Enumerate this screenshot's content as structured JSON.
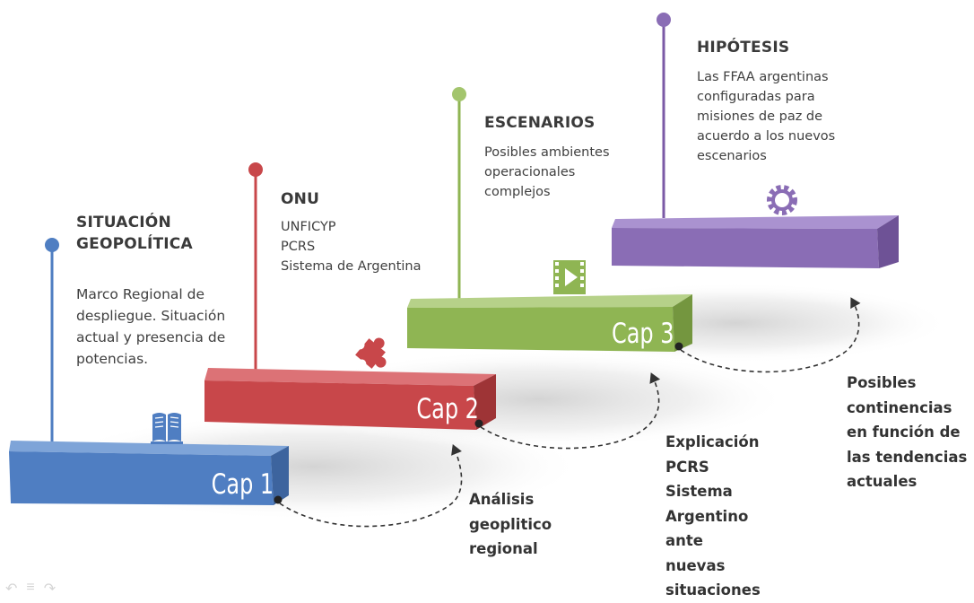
{
  "steps": [
    {
      "title_lines": [
        "SITUACIÓN",
        "GEOPOLÍTICA"
      ],
      "body_lines": [
        "Marco Regional de",
        "despliegue. Situación",
        "actual y presencia de",
        "potencias."
      ],
      "cap": "Cap 1",
      "color": "#4f7ec2",
      "icon": "book-icon"
    },
    {
      "title_lines": [
        "ONU"
      ],
      "body_lines": [
        "UNFICYP",
        "PCRS",
        "Sistema de Argentina"
      ],
      "cap": "Cap 2",
      "color": "#c8474a",
      "icon": "puzzle-icon"
    },
    {
      "title_lines": [
        "ESCENARIOS"
      ],
      "body_lines": [
        "Posibles ambientes",
        "operacionales",
        "complejos"
      ],
      "cap": "Cap 3",
      "color": "#8fb553",
      "icon": "film-play-icon"
    },
    {
      "title_lines": [
        "HIPÓTESIS"
      ],
      "body_lines": [
        "Las FFAA argentinas",
        "configuradas para",
        "misiones de paz  de",
        "acuerdo a los nuevos",
        "escenarios"
      ],
      "cap": "",
      "color": "#8a6db5",
      "icon": "gear-icon"
    }
  ],
  "notes": [
    {
      "lines": [
        "Análisis",
        "geoplitico",
        "regional"
      ]
    },
    {
      "lines": [
        "Explicación",
        "PCRS",
        "Sistema",
        "Argentino",
        "ante",
        "nuevas",
        "situaciones"
      ]
    },
    {
      "lines": [
        "Posibles",
        "continencias",
        "en función de",
        "las tendencias",
        "actuales"
      ]
    }
  ],
  "nav_icons": [
    "back-arrow-icon",
    "menu-icon",
    "forward-arrow-icon"
  ]
}
